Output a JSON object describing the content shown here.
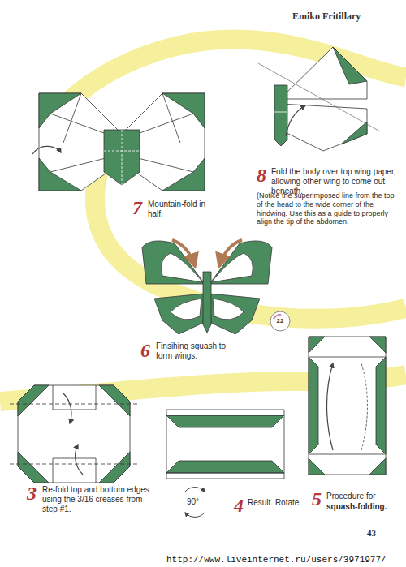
{
  "diagram": {
    "title": "Emiko Fritillary",
    "nodes": [
      {
        "text": [
          "22"
        ]
      }
    ],
    "labels": [
      "7",
      "Mountain-fold in half.",
      "8",
      "Fold the body over top wing paper, allowing other wing to come out beneath.",
      "(Notice the superimposed line from the top of the head to the wide corner of the hindwing. Use this as a guide to properly align the tip of the abdomen.",
      "6",
      "Finsihing squash to form wings.",
      "5",
      "Procedure for",
      "squash-folding.",
      "3",
      "Re-fold top and bottom edges using the 3/16 creases from step #1.",
      "4",
      "Result. Rotate.",
      "90°",
      "43",
      "http://www.liveinternet.ru/users/3971977/"
    ]
  }
}
